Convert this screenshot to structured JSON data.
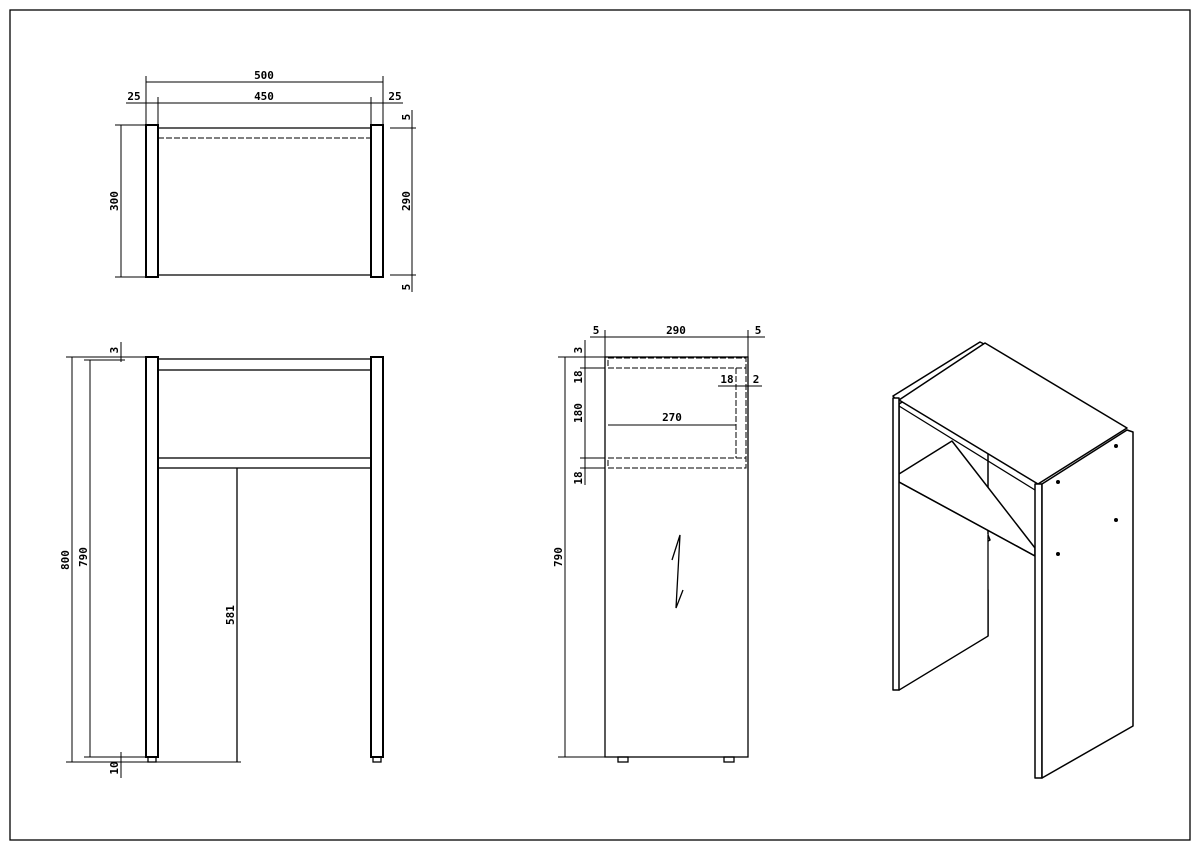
{
  "drawing": {
    "title": "Console table technical drawing",
    "views": [
      "top",
      "front",
      "side",
      "isometric"
    ]
  },
  "top_view": {
    "overall_width": "500",
    "inner_width": "450",
    "left_panel": "25",
    "right_panel": "25",
    "depth": "300",
    "inner_depth": "290",
    "offset_top": "5",
    "offset_bottom": "5"
  },
  "front_view": {
    "overall_height": "800",
    "panel_height": "790",
    "top_offset": "3",
    "foot_height": "10",
    "back_panel_height": "581"
  },
  "side_view": {
    "width": "290",
    "left_offset": "5",
    "right_offset": "5",
    "top_offset": "3",
    "top_board": "18",
    "shelf_gap": "180",
    "shelf_board": "18",
    "panel_height": "790",
    "shelf_depth": "270",
    "back_thickness": "18",
    "back_gap": "2"
  }
}
